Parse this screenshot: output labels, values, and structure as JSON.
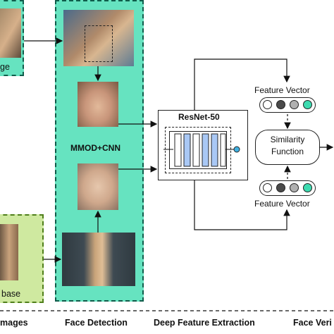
{
  "labels": {
    "input_image_partial": "ge",
    "database_partial": "base",
    "detector": "MMOD+CNN",
    "network": "ResNet-50",
    "feature_vector_top": "Feature Vector",
    "feature_vector_bottom": "Feature Vector",
    "similarity": "Similarity\nFunction"
  },
  "stages": [
    {
      "label": "mages"
    },
    {
      "label": "Face Detection"
    },
    {
      "label": "Deep Feature Extraction"
    },
    {
      "label": "Face Veri"
    }
  ],
  "feature_vectors": {
    "top": [
      "#ffffff",
      "#4a4a4a",
      "#b0b0b0",
      "#3ddbb0"
    ],
    "bottom": [
      "#ffffff",
      "#4a4a4a",
      "#b0b0b0",
      "#3ddbb0"
    ]
  },
  "colors": {
    "detection_panel": "#66e3c0",
    "database_panel": "#cfe9a0",
    "block_fill": "#a9c8f5",
    "accent_dot": "#3fb0e0"
  }
}
